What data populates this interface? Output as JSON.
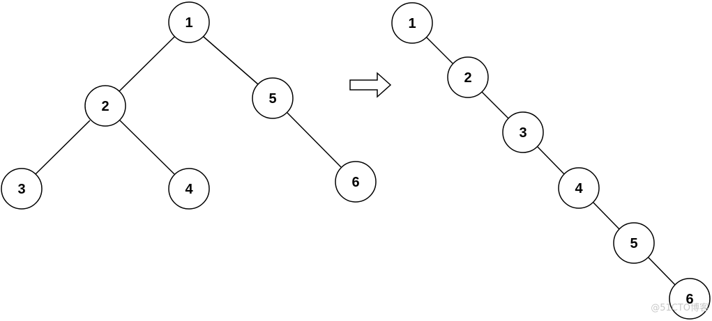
{
  "left_tree": {
    "nodes": [
      {
        "id": "l1",
        "label": "1"
      },
      {
        "id": "l2",
        "label": "2"
      },
      {
        "id": "l5",
        "label": "5"
      },
      {
        "id": "l3",
        "label": "3"
      },
      {
        "id": "l4",
        "label": "4"
      },
      {
        "id": "l6",
        "label": "6"
      }
    ],
    "edges": [
      [
        "l1",
        "l2"
      ],
      [
        "l1",
        "l5"
      ],
      [
        "l2",
        "l3"
      ],
      [
        "l2",
        "l4"
      ],
      [
        "l5",
        "l6"
      ]
    ]
  },
  "arrow": {
    "icon": "right-arrow-icon"
  },
  "right_list": {
    "nodes": [
      {
        "id": "r1",
        "label": "1"
      },
      {
        "id": "r2",
        "label": "2"
      },
      {
        "id": "r3",
        "label": "3"
      },
      {
        "id": "r4",
        "label": "4"
      },
      {
        "id": "r5",
        "label": "5"
      },
      {
        "id": "r6",
        "label": "6"
      }
    ],
    "edges": [
      [
        "r1",
        "r2"
      ],
      [
        "r2",
        "r3"
      ],
      [
        "r3",
        "r4"
      ],
      [
        "r4",
        "r5"
      ],
      [
        "r5",
        "r6"
      ]
    ]
  },
  "watermark": {
    "text": "@51CTO博客"
  },
  "colors": {
    "stroke": "#000000",
    "fill": "#ffffff",
    "watermark": "#c8c8c8"
  }
}
